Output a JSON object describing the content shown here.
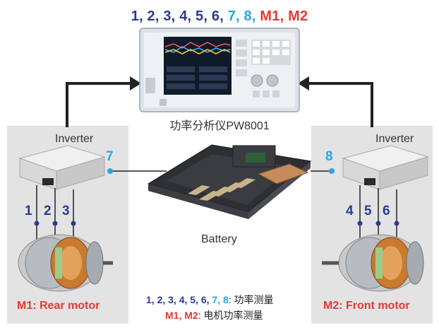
{
  "header": {
    "ch_blue": "1, 2, 3, 4, 5, 6, ",
    "ch_cyan": "7, 8, ",
    "ch_red": "M1, M2",
    "colors": {
      "blue": "#2b3b8f",
      "cyan": "#29a6e0",
      "red": "#e53935"
    }
  },
  "analyzer": {
    "label": "功率分析仪PW8001"
  },
  "left_panel": {
    "inverter_label": "Inverter",
    "channels": [
      "1",
      "2",
      "3"
    ],
    "link_channel": "7",
    "motor_label": "M1: Rear motor"
  },
  "right_panel": {
    "inverter_label": "Inverter",
    "channels": [
      "4",
      "5",
      "6"
    ],
    "link_channel": "8",
    "motor_label": "M2: Front motor"
  },
  "battery": {
    "label": "Battery"
  },
  "legend": {
    "line1_blue": "1, 2, 3, 4, 5, 6, ",
    "line1_cyan": "7, 8",
    "line1_text": ": 功率测量",
    "line2_red": "M1, M2",
    "line2_text": ": 电机功率测量"
  }
}
